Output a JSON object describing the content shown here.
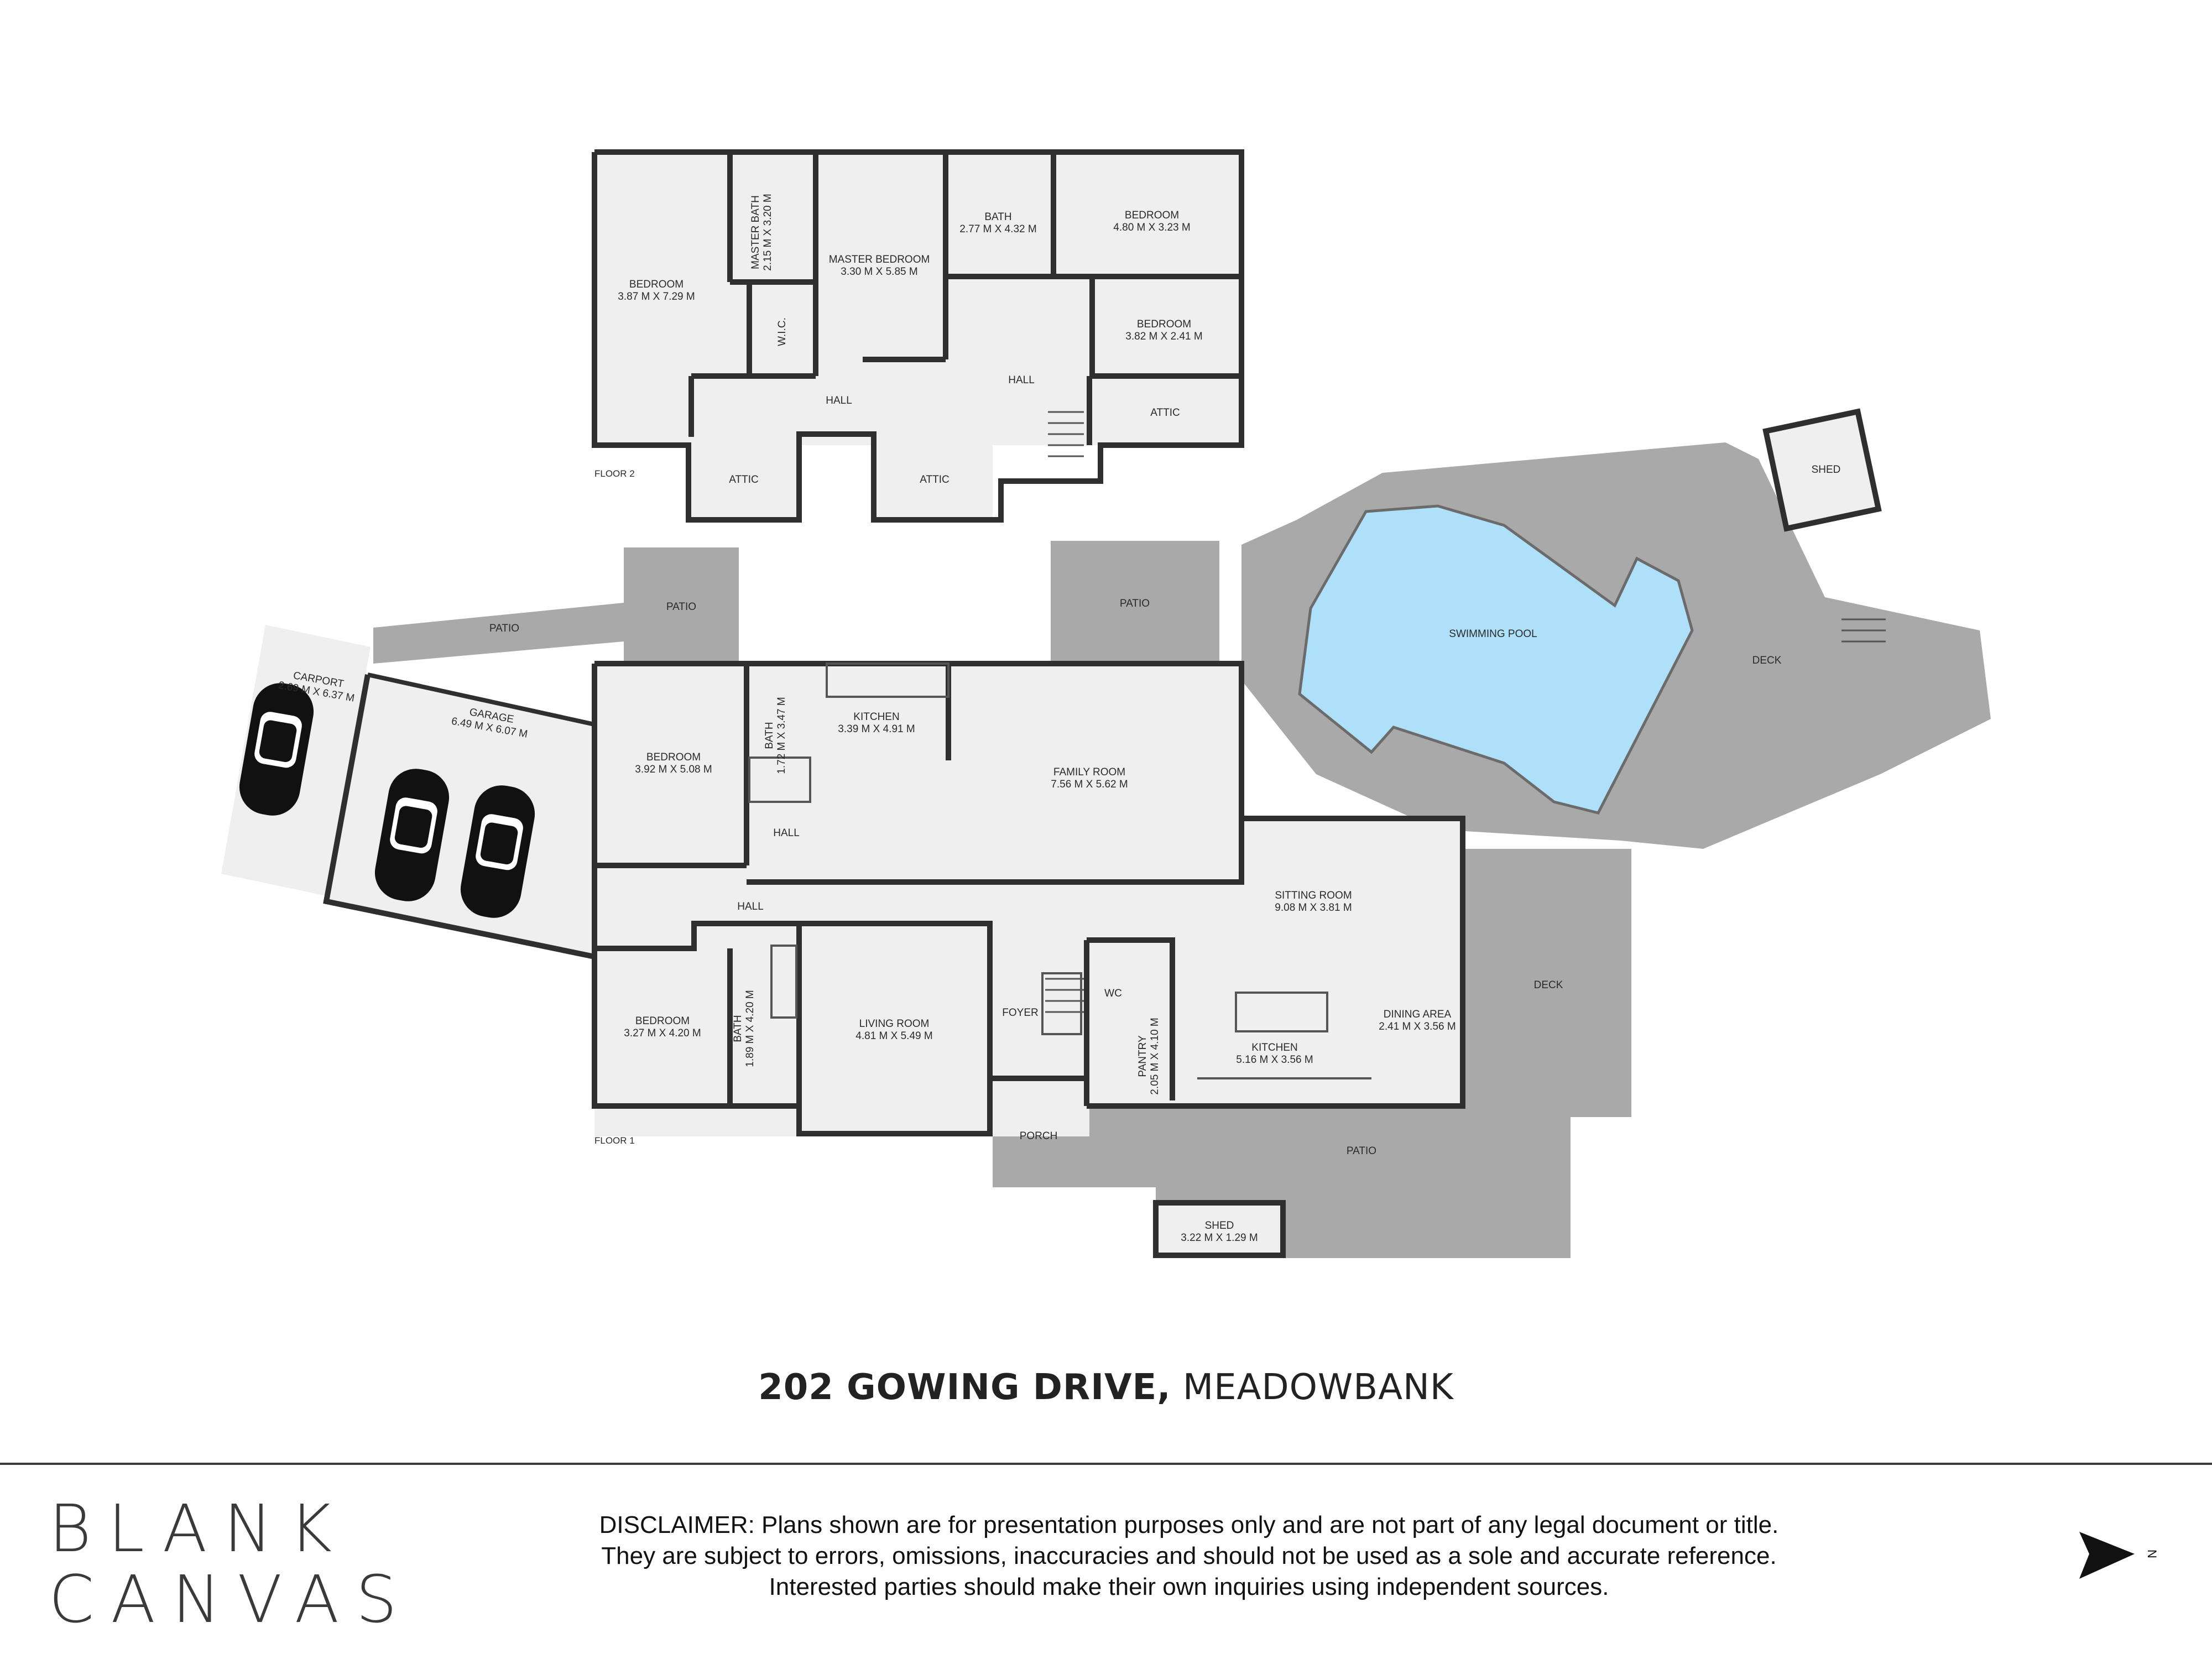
{
  "rooms": {
    "f2_bedroom_left": {
      "name": "BEDROOM",
      "dims": "3.87 M X 7.29 M"
    },
    "f2_master_bath": {
      "name": "MASTER BATH",
      "dims": "2.15 M X 3.20 M"
    },
    "f2_master_bedroom": {
      "name": "MASTER BEDROOM",
      "dims": "3.30 M X 5.85 M"
    },
    "f2_bath": {
      "name": "BATH",
      "dims": "2.77 M X 4.32 M"
    },
    "f2_bedroom_tr": {
      "name": "BEDROOM",
      "dims": "4.80 M X 3.23 M"
    },
    "f2_bedroom_r": {
      "name": "BEDROOM",
      "dims": "3.82 M X 2.41 M"
    },
    "f2_wic": {
      "name": "W.I.C."
    },
    "f2_hall_left": {
      "name": "HALL"
    },
    "f2_hall_right": {
      "name": "HALL"
    },
    "f2_attic_r": {
      "name": "ATTIC"
    },
    "f2_attic_1": {
      "name": "ATTIC"
    },
    "f2_attic_2": {
      "name": "ATTIC"
    },
    "shed_tr": {
      "name": "SHED"
    },
    "patio_top": {
      "name": "PATIO"
    },
    "patio_small": {
      "name": "PATIO"
    },
    "patio_mid": {
      "name": "PATIO"
    },
    "carport": {
      "name": "CARPORT",
      "dims": "2.69 M X 6.37 M"
    },
    "garage": {
      "name": "GARAGE",
      "dims": "6.49 M X 6.07 M"
    },
    "f1_bedroom_top": {
      "name": "BEDROOM",
      "dims": "3.92 M X 5.08 M"
    },
    "f1_bath_top": {
      "name": "BATH",
      "dims": "1.72 M X 3.47 M"
    },
    "f1_kitchen_top": {
      "name": "KITCHEN",
      "dims": "3.39 M X 4.91 M"
    },
    "family_room": {
      "name": "FAMILY ROOM",
      "dims": "7.56 M X 5.62 M"
    },
    "swimming_pool": {
      "name": "SWIMMING POOL"
    },
    "deck_right": {
      "name": "DECK"
    },
    "f1_hall_small": {
      "name": "HALL"
    },
    "f1_hall_main": {
      "name": "HALL"
    },
    "sitting_room": {
      "name": "SITTING ROOM",
      "dims": "9.08 M X 3.81 M"
    },
    "deck_mid": {
      "name": "DECK"
    },
    "f1_bedroom_bottom": {
      "name": "BEDROOM",
      "dims": "3.27 M X 4.20 M"
    },
    "f1_bath_bottom": {
      "name": "BATH",
      "dims": "1.89 M X 4.20 M"
    },
    "living_room": {
      "name": "LIVING ROOM",
      "dims": "4.81 M X 5.49 M"
    },
    "foyer": {
      "name": "FOYER"
    },
    "wc": {
      "name": "WC"
    },
    "pantry": {
      "name": "PANTRY",
      "dims": "2.05 M X 4.10 M"
    },
    "kitchen_main": {
      "name": "KITCHEN",
      "dims": "5.16 M X 3.56 M"
    },
    "dining_area": {
      "name": "DINING AREA",
      "dims": "2.41 M X 3.56 M"
    },
    "porch": {
      "name": "PORCH"
    },
    "patio_bottom": {
      "name": "PATIO"
    },
    "shed_bottom": {
      "name": "SHED",
      "dims": "3.22 M X 1.29 M"
    }
  },
  "floors": {
    "floor2": "FLOOR 2",
    "floor1": "FLOOR 1"
  },
  "address": {
    "street": "202 GOWING DRIVE,",
    "suburb": "MEADOWBANK"
  },
  "brand": {
    "line1": "BLANK",
    "line2": "CANVAS"
  },
  "disclaimer": {
    "line1": "DISCLAIMER: Plans shown are for presentation purposes only and are not part of any legal document or title.",
    "line2": "They are subject to errors, omissions, inaccuracies and should not be used as a sole and accurate reference.",
    "line3": "Interested parties should make their own inquiries using independent sources."
  },
  "compass": {
    "letter": "N"
  },
  "colors": {
    "wall": "#2f2f2f",
    "floor": "#efefef",
    "outdoor": "#a9a9a9",
    "pool": "#aee0fa"
  }
}
